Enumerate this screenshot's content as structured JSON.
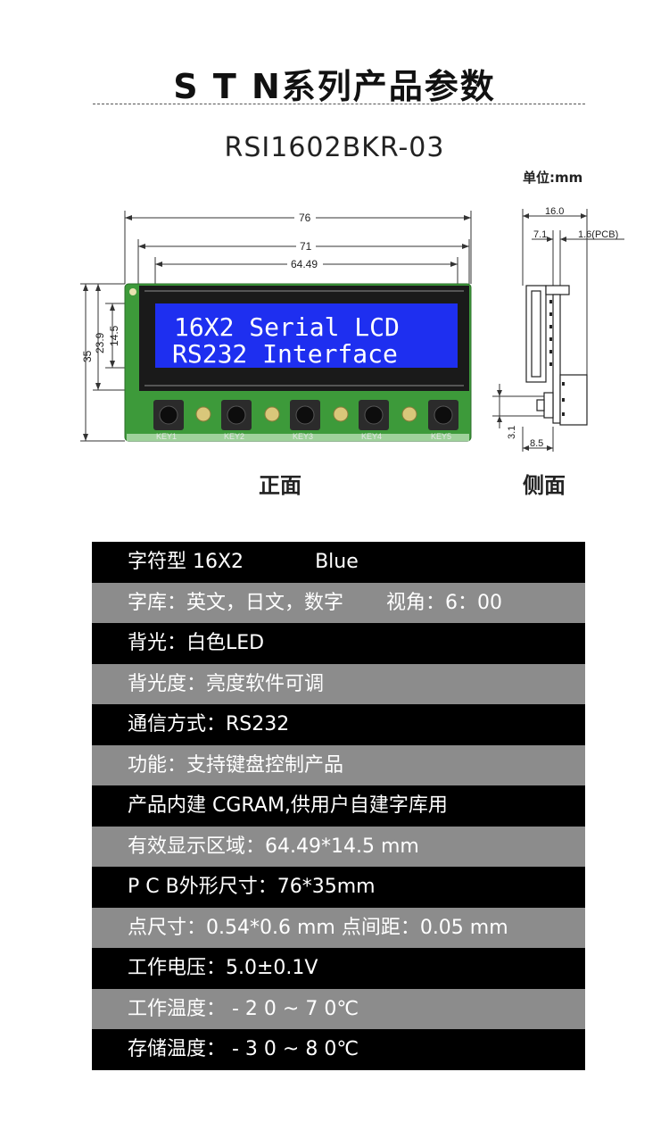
{
  "header": {
    "title": "S T N系列产品参数",
    "model": "RSI1602BKR-03",
    "unit": "单位:mm"
  },
  "front_view": {
    "caption": "正面",
    "dims": {
      "d76": "76",
      "d71": "71",
      "d6449": "64.49",
      "d145": "14.5",
      "d239": "23.9",
      "d35": "35"
    },
    "lcd_line1": "16X2 Serial LCD",
    "lcd_line2": "RS232 Interface",
    "keys": [
      "KEY1",
      "KEY2",
      "KEY3",
      "KEY4",
      "KEY5"
    ],
    "colors": {
      "pcb": "#3d9a3a",
      "bezel": "#1a1a1a",
      "lcd": "#1e2ff0",
      "lcd_text": "#ffffff"
    }
  },
  "side_view": {
    "caption": "侧面",
    "dims": {
      "d160": "16.0",
      "d71": "7.1",
      "d16pcb": "1.6(PCB)",
      "d31": "3.1",
      "d85": "8.5"
    }
  },
  "specs": [
    {
      "text": "字符型 16X2",
      "extra": "Blue",
      "style": "dark"
    },
    {
      "text": "字库：英文，日文，数字",
      "extra": "视角：6：00",
      "style": "light"
    },
    {
      "text": "背光：白色LED",
      "extra": "",
      "style": "dark"
    },
    {
      "text": "背光度：亮度软件可调",
      "extra": "",
      "style": "light"
    },
    {
      "text": "通信方式：RS232",
      "extra": "",
      "style": "dark"
    },
    {
      "text": "功能：支持键盘控制产品",
      "extra": "",
      "style": "light"
    },
    {
      "text": "产品内建 CGRAM,供用户自建字库用",
      "extra": "",
      "style": "dark"
    },
    {
      "text": "有效显示区域：64.49*14.5 mm",
      "extra": "",
      "style": "light"
    },
    {
      "text": "P C B外形尺寸：76*35mm",
      "extra": "",
      "style": "dark"
    },
    {
      "text": "点尺寸：0.54*0.6 mm  点间距：0.05 mm",
      "extra": "",
      "style": "light"
    },
    {
      "text": "工作电压：5.0±0.1V",
      "extra": "",
      "style": "dark"
    },
    {
      "text": "工作温度： - 2 0 ~ 7 0℃",
      "extra": "",
      "style": "light"
    },
    {
      "text": "存储温度： - 3 0 ~ 8 0℃",
      "extra": "",
      "style": "dark"
    }
  ]
}
